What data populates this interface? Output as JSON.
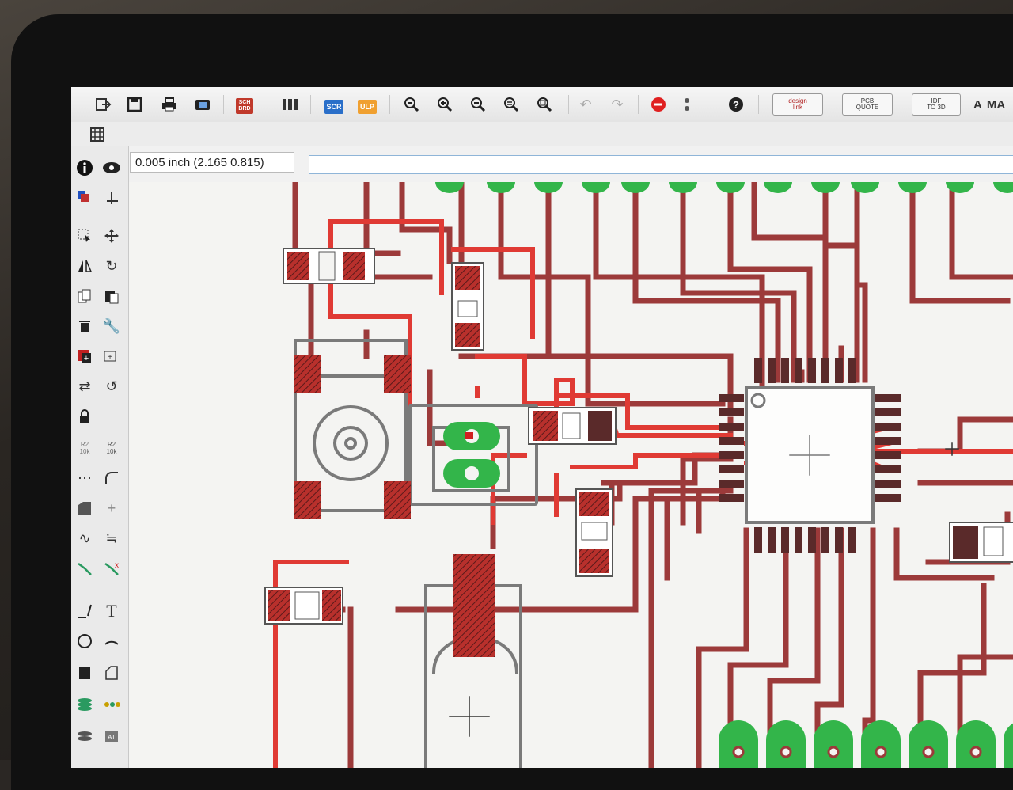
{
  "toolbar": {
    "buttons": [
      "open-icon",
      "save-icon",
      "print-icon",
      "cam-icon",
      "sch-brd-icon",
      "layers-icon",
      "scr-icon",
      "ulp-icon",
      "zoom-fit-icon",
      "zoom-in-icon",
      "zoom-out-icon",
      "zoom-redraw-icon",
      "zoom-select-icon",
      "undo-icon",
      "redo-icon",
      "stop-icon",
      "more-icon",
      "help-icon"
    ],
    "sch_brd_top": "SCH",
    "sch_brd_bottom": "BRD",
    "scr_label": "SCR",
    "ulp_label": "ULP",
    "designlink_top": "design",
    "designlink_bottom": "link",
    "pcb_quote_top": "PCB",
    "pcb_quote_bottom": "QUOTE",
    "idf_top": "IDF",
    "idf_bottom": "TO 3D",
    "autodesk_label": "MA"
  },
  "status": {
    "coordinate": "0.005 inch (2.165 0.815)",
    "command_value": ""
  },
  "left_toolbar": {
    "r2_label": "R2",
    "r2_value": "10k",
    "r2b_label": "R2",
    "r2b_value": "10k",
    "text_tool": "T"
  },
  "colors": {
    "top_trace": "#e03a34",
    "bottom_trace": "#9c3a3a",
    "pad_green": "#33b54a",
    "outline_gray": "#7a7a7a",
    "background": "#f4f4f2"
  }
}
